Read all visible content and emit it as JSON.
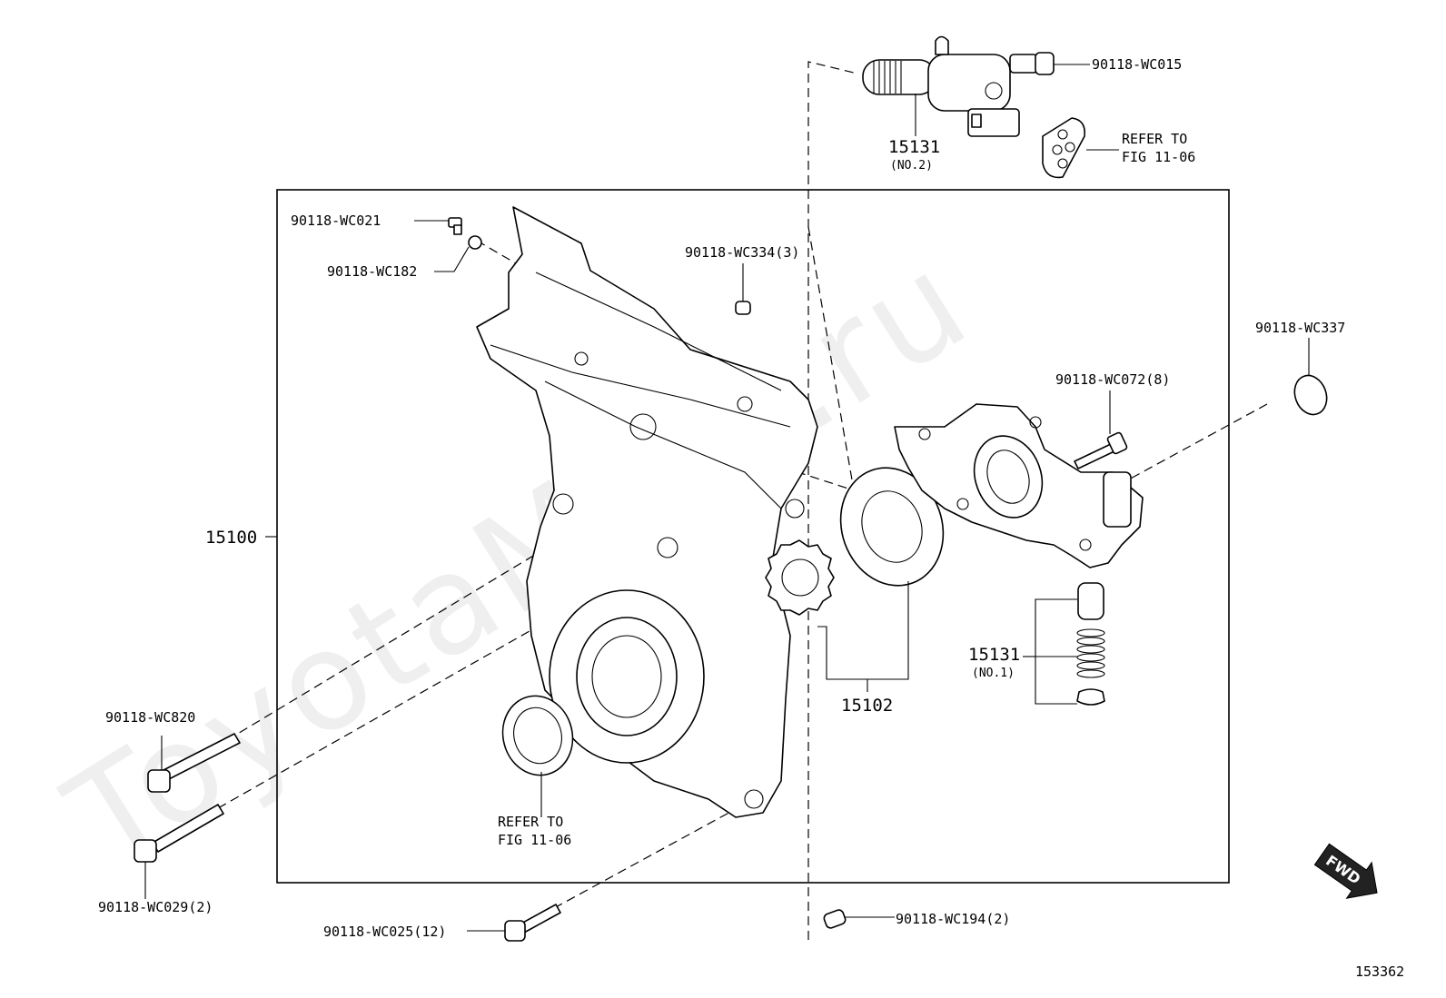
{
  "watermark": "ToyotaMine.ru",
  "figure_code": "153362",
  "fwd_label": "FWD",
  "labels": {
    "l15131_no2": "15131",
    "l15131_no2_sub": "(NO.2)",
    "wc015": "90118-WC015",
    "refer_top_1": "REFER TO",
    "refer_top_2": "FIG 11-06",
    "wc021": "90118-WC021",
    "wc182": "90118-WC182",
    "wc334": "90118-WC334(3)",
    "wc337": "90118-WC337",
    "wc072": "90118-WC072(8)",
    "l15100": "15100",
    "l15131_no1": "15131",
    "l15131_no1_sub": "(NO.1)",
    "l15102": "15102",
    "wc820": "90118-WC820",
    "refer_bot_1": "REFER TO",
    "refer_bot_2": "FIG 11-06",
    "wc029": "90118-WC029(2)",
    "wc025": "90118-WC025(12)",
    "wc194": "90118-WC194(2)"
  }
}
